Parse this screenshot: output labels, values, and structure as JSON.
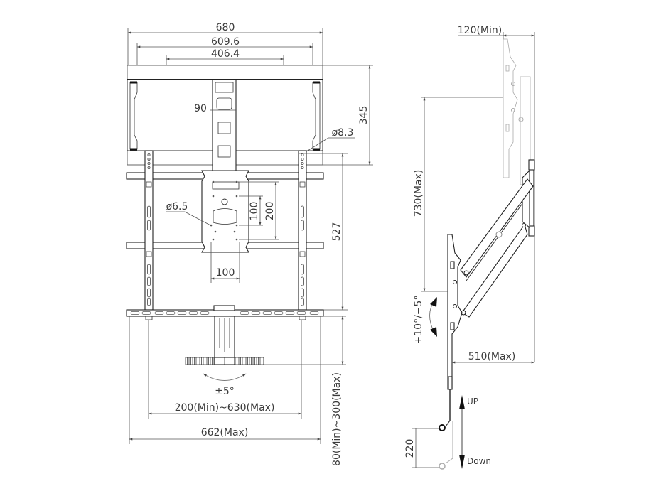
{
  "diagram": {
    "type": "technical-drawing",
    "subject": "Motorized/articulating TV wall mount with height-adjustable pull-down bracket",
    "front_view": {
      "dimensions": {
        "overall_width": "680",
        "vesa_max_width": "609.6",
        "vesa_mid_width": "406.4",
        "wall_plate_height": "345",
        "center_column_width": "90",
        "wall_hole_diameter": "ø8.3",
        "vesa_hole_diameter": "ø6.5",
        "vesa_vertical_small": "100",
        "vesa_vertical_large": "200",
        "vesa_horizontal": "100",
        "rail_height": "527",
        "swivel": "±5°",
        "support_arm_range": "200(Min)~630(Max)",
        "overall_width_max": "662(Max)",
        "shelf_height_range": "80(Min)~300(Max)"
      }
    },
    "side_view": {
      "dimensions": {
        "min_depth": "120(Min)",
        "max_drop": "730(Max)",
        "tilt_range": "+10°/−5°",
        "max_extension": "510(Max)",
        "vertical_travel": "220"
      },
      "labels": {
        "up": "UP",
        "down": "Down"
      }
    },
    "colors": {
      "line": "#222222",
      "dimension": "#555555",
      "text": "#3a3a3a",
      "ghost": "#aaaaaa",
      "background": "#ffffff"
    }
  }
}
